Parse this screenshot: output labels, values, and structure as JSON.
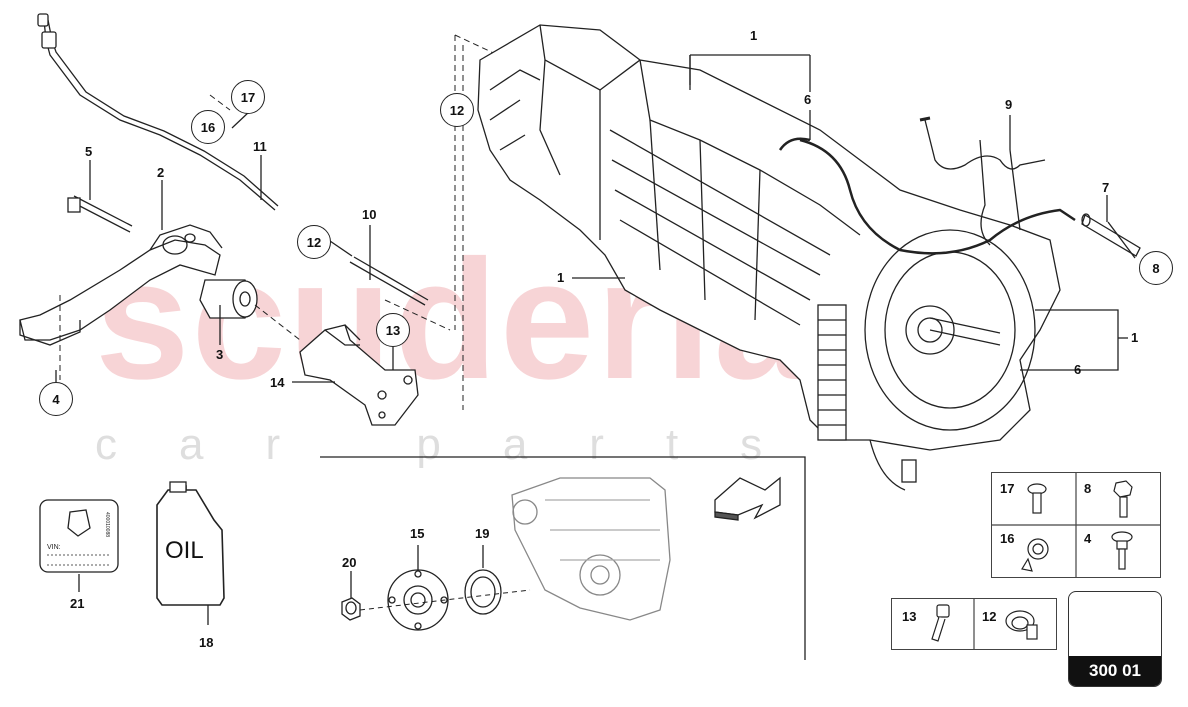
{
  "watermark": {
    "brand": "scuderia",
    "subtitle": "car parts"
  },
  "callouts_circled": [
    {
      "id": "c17",
      "label": "17"
    },
    {
      "id": "c16",
      "label": "16"
    },
    {
      "id": "c12a",
      "label": "12"
    },
    {
      "id": "c12b",
      "label": "12"
    },
    {
      "id": "c13",
      "label": "13"
    },
    {
      "id": "c4",
      "label": "4"
    },
    {
      "id": "c8",
      "label": "8"
    }
  ],
  "labels_plain": [
    {
      "id": "l5",
      "label": "5"
    },
    {
      "id": "l2",
      "label": "2"
    },
    {
      "id": "l11",
      "label": "11"
    },
    {
      "id": "l10",
      "label": "10"
    },
    {
      "id": "l3",
      "label": "3"
    },
    {
      "id": "l14",
      "label": "14"
    },
    {
      "id": "l1a",
      "label": "1"
    },
    {
      "id": "l6a",
      "label": "6"
    },
    {
      "id": "l9",
      "label": "9"
    },
    {
      "id": "l7",
      "label": "7"
    },
    {
      "id": "l1b",
      "label": "1"
    },
    {
      "id": "l1c",
      "label": "1"
    },
    {
      "id": "l6b",
      "label": "6"
    },
    {
      "id": "l15",
      "label": "15"
    },
    {
      "id": "l19",
      "label": "19"
    },
    {
      "id": "l20",
      "label": "20"
    },
    {
      "id": "l21",
      "label": "21"
    },
    {
      "id": "l18",
      "label": "18"
    }
  ],
  "oil_bottle": {
    "text": "OIL"
  },
  "id_plate": {
    "vin_label": "VIN:",
    "code": "400010088"
  },
  "hardware_grid": [
    {
      "num": "17",
      "icon": "screw-flange-icon"
    },
    {
      "num": "8",
      "icon": "bolt-hex-icon"
    },
    {
      "num": "16",
      "icon": "cable-clip-icon"
    },
    {
      "num": "4",
      "icon": "bolt-flange-icon"
    }
  ],
  "hardware_small": [
    {
      "num": "13",
      "icon": "socket-screw-icon"
    },
    {
      "num": "12",
      "icon": "hose-clamp-icon"
    }
  ],
  "page_tag": {
    "code": "300 01"
  }
}
